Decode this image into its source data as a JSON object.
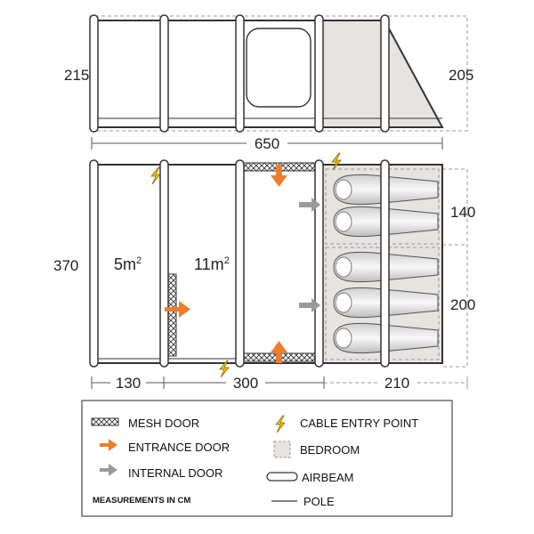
{
  "colors": {
    "outline": "#333333",
    "bedroom_fill": "#e6e3e1",
    "entrance_arrow": "#ee7d2e",
    "internal_arrow": "#9a9a9a",
    "cable_icon": "#f2c200"
  },
  "top_view": {
    "height_label": "215",
    "right_height_label": "205",
    "width_label": "650"
  },
  "floor_plan": {
    "height_label": "370",
    "area_left": "5m",
    "area_left_sup": "2",
    "area_middle": "11m",
    "area_middle_sup": "2",
    "bedroom_top_label": "140",
    "bedroom_bottom_label": "200",
    "width_left_label": "130",
    "width_middle_label": "300",
    "width_right_label": "210"
  },
  "legend": {
    "items": [
      {
        "icon": "mesh-door-icon",
        "label": "MESH DOOR"
      },
      {
        "icon": "entrance-arrow-icon",
        "label": "ENTRANCE DOOR"
      },
      {
        "icon": "internal-arrow-icon",
        "label": "INTERNAL DOOR"
      },
      {
        "icon": "cable-entry-icon",
        "label": "CABLE ENTRY POINT"
      },
      {
        "icon": "bedroom-square-icon",
        "label": "BEDROOM"
      },
      {
        "icon": "airbeam-icon",
        "label": "AIRBEAM"
      },
      {
        "icon": "pole-line-icon",
        "label": "POLE"
      }
    ],
    "note": "MEASUREMENTS IN CM"
  }
}
